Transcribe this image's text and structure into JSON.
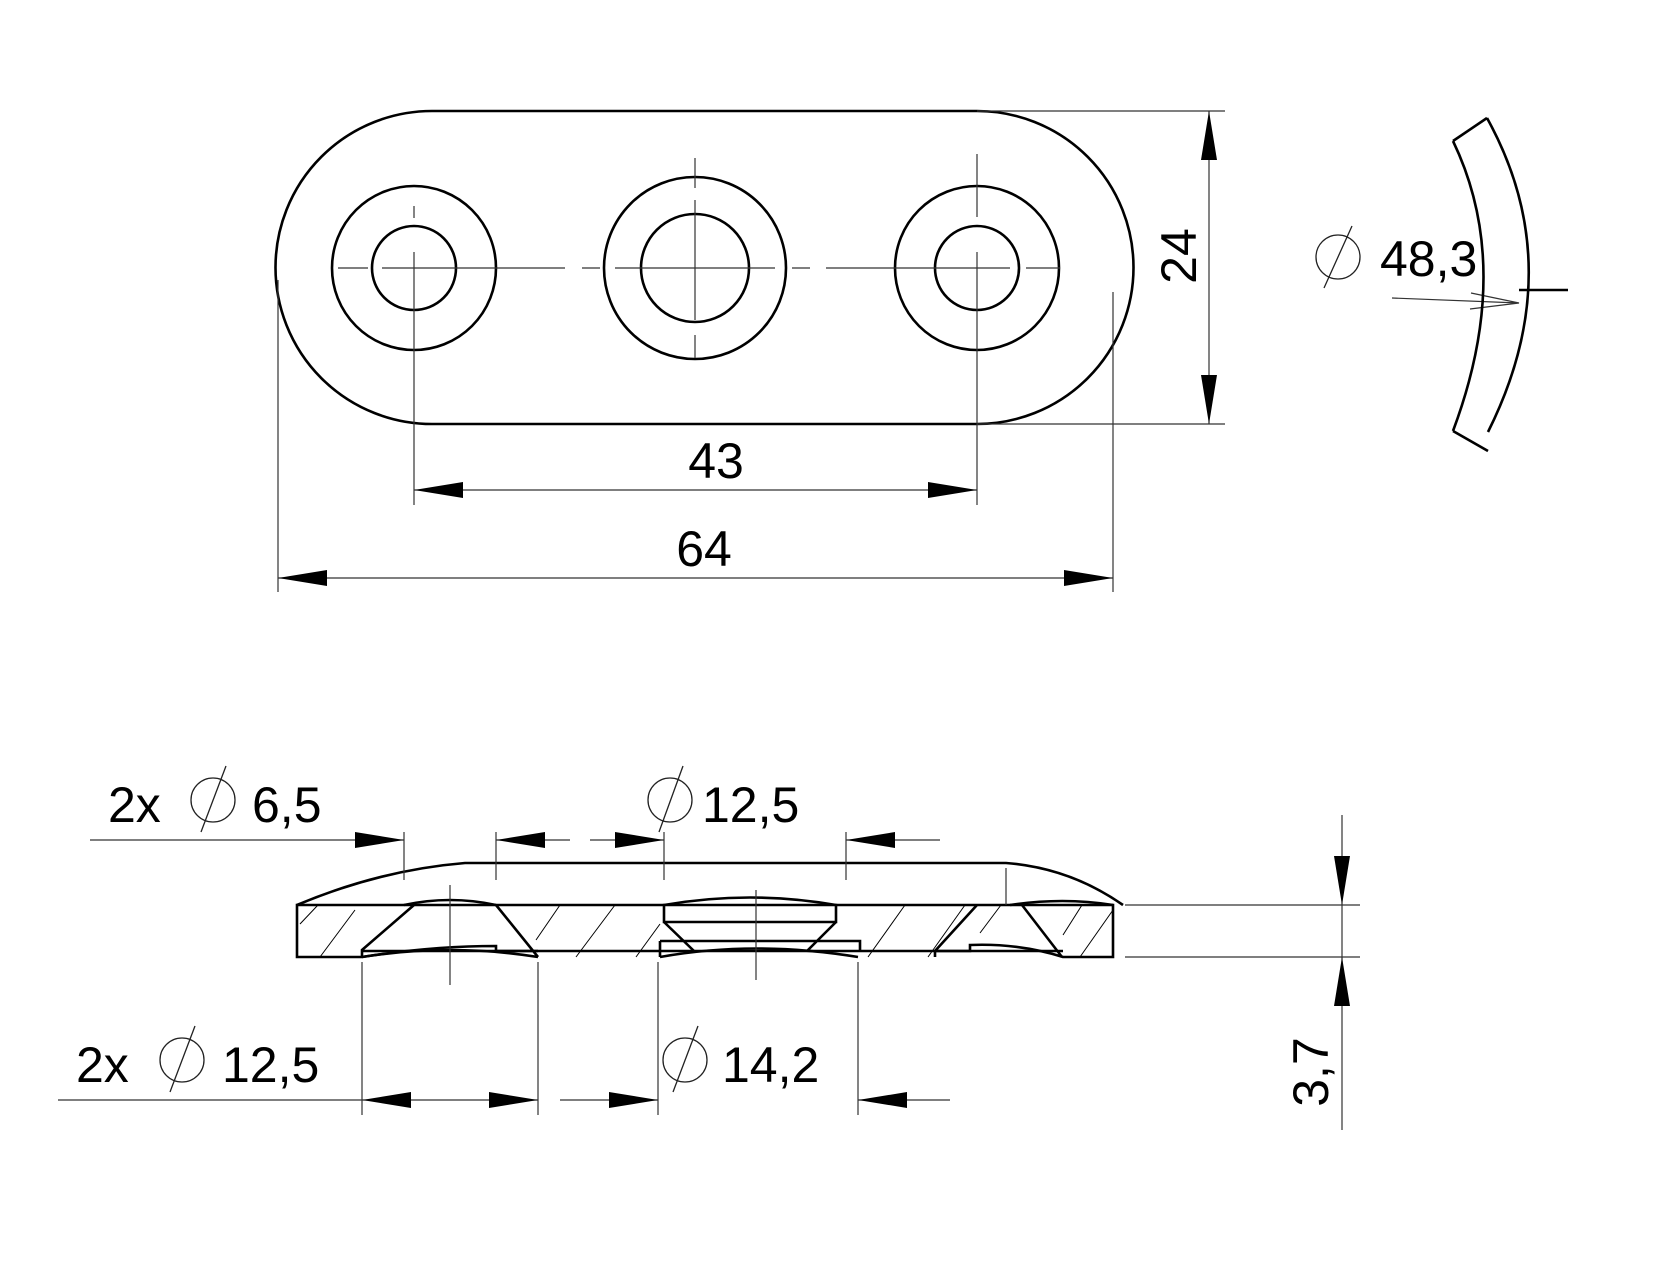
{
  "drawing": {
    "type": "technical-drawing",
    "views": [
      "top-view",
      "section-view",
      "pipe-profile-detail"
    ]
  },
  "top_view": {
    "dimensions": {
      "hole_spacing": "43",
      "overall_length": "64",
      "width": "24",
      "pipe_diameter_prefix": "⌀",
      "pipe_diameter_value": "48,3"
    }
  },
  "section_view": {
    "dimensions": {
      "small_hole_label": "2x",
      "small_hole_value": "6,5",
      "center_counterbore_value": "12,5",
      "outer_counterbore_label": "2x",
      "outer_counterbore_value": "12,5",
      "center_bottom_value": "14,2",
      "thickness": "3,7"
    }
  },
  "colors": {
    "line": "#000000",
    "background": "#ffffff"
  }
}
